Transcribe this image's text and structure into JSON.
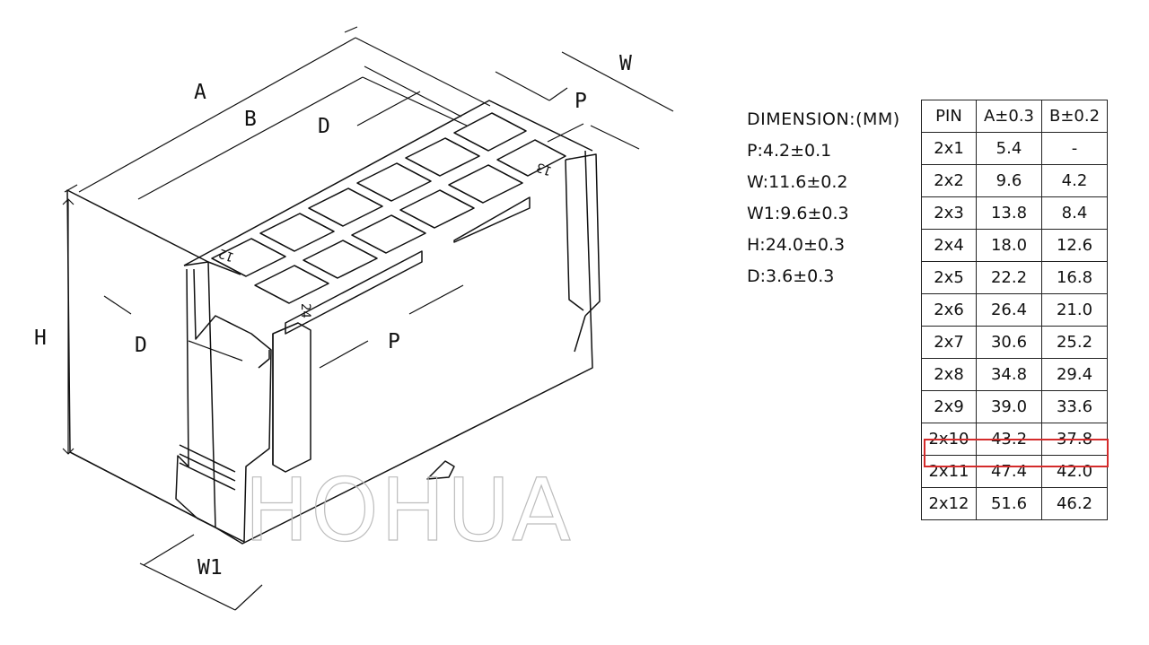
{
  "labels": {
    "A": "A",
    "B": "B",
    "D_top": "D",
    "D_left": "D",
    "W": "W",
    "P_top": "P",
    "P_mid": "P",
    "H": "H",
    "W1": "W1",
    "pin_12": "12",
    "pin_13": "13",
    "pin_24": "24"
  },
  "watermark": "HOHUA",
  "specs": {
    "title": "DIMENSION:(MM)",
    "items": [
      "P:4.2±0.1",
      "W:11.6±0.2",
      "W1:9.6±0.3",
      "H:24.0±0.3",
      "D:3.6±0.3"
    ]
  },
  "table": {
    "headers": [
      "PIN",
      "A±0.3",
      "B±0.2"
    ],
    "rows": [
      [
        "2x1",
        "5.4",
        "-"
      ],
      [
        "2x2",
        "9.6",
        "4.2"
      ],
      [
        "2x3",
        "13.8",
        "8.4"
      ],
      [
        "2x4",
        "18.0",
        "12.6"
      ],
      [
        "2x5",
        "22.2",
        "16.8"
      ],
      [
        "2x6",
        "26.4",
        "21.0"
      ],
      [
        "2x7",
        "30.6",
        "25.2"
      ],
      [
        "2x8",
        "34.8",
        "29.4"
      ],
      [
        "2x9",
        "39.0",
        "33.6"
      ],
      [
        "2x10",
        "43.2",
        "37.8"
      ],
      [
        "2x11",
        "47.4",
        "42.0"
      ],
      [
        "2x12",
        "51.6",
        "46.2"
      ]
    ],
    "highlight_row": "2x10",
    "highlight_color": "#d42b2b"
  }
}
